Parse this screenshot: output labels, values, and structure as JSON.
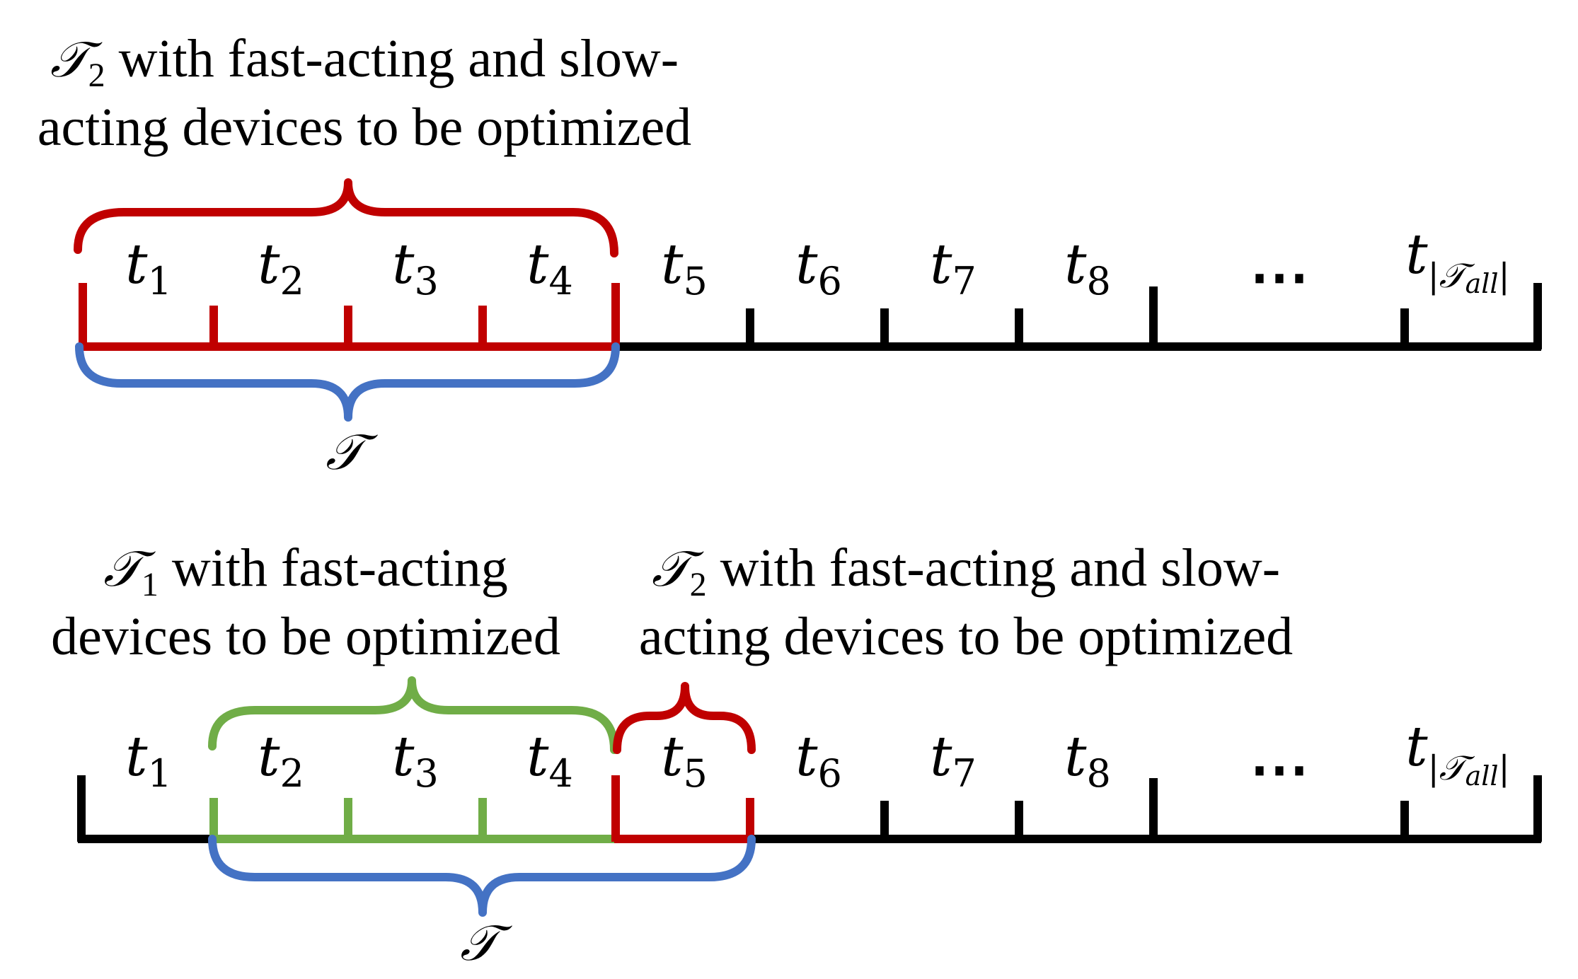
{
  "colors": {
    "axis": "#000000",
    "slow_fast_set": "#C00000",
    "fast_set": "#70AD47",
    "window_set": "#4472C4"
  },
  "set_symbol": "𝒯",
  "top_panel": {
    "caption": {
      "symbol": "𝒯",
      "subscript": "2",
      "line1_rest": " with fast-acting and slow-",
      "line2": "acting devices to be optimized"
    },
    "window_brace_label": "𝒯",
    "slot_labels": [
      {
        "base": "t",
        "sub": "1"
      },
      {
        "base": "t",
        "sub": "2"
      },
      {
        "base": "t",
        "sub": "3"
      },
      {
        "base": "t",
        "sub": "4"
      },
      {
        "base": "t",
        "sub": "5"
      },
      {
        "base": "t",
        "sub": "6"
      },
      {
        "base": "t",
        "sub": "7"
      },
      {
        "base": "t",
        "sub": "8"
      }
    ],
    "ellipsis": "⋯",
    "last_label": {
      "base": "t",
      "sub_open": "|",
      "sub_symbol": "𝒯",
      "sub_sub": "all",
      "sub_close": "|"
    }
  },
  "bottom_panel": {
    "caption_left": {
      "symbol": "𝒯",
      "subscript": "1",
      "line1_rest": " with fast-acting",
      "line2": "devices to be optimized"
    },
    "caption_right": {
      "symbol": "𝒯",
      "subscript": "2",
      "line1_rest": " with fast-acting and slow-",
      "line2": "acting devices to be optimized"
    },
    "window_brace_label": "𝒯",
    "slot_labels": [
      {
        "base": "t",
        "sub": "1"
      },
      {
        "base": "t",
        "sub": "2"
      },
      {
        "base": "t",
        "sub": "3"
      },
      {
        "base": "t",
        "sub": "4"
      },
      {
        "base": "t",
        "sub": "5"
      },
      {
        "base": "t",
        "sub": "6"
      },
      {
        "base": "t",
        "sub": "7"
      },
      {
        "base": "t",
        "sub": "8"
      }
    ],
    "ellipsis": "⋯",
    "last_label": {
      "base": "t",
      "sub_open": "|",
      "sub_symbol": "𝒯",
      "sub_sub": "all",
      "sub_close": "|"
    }
  }
}
